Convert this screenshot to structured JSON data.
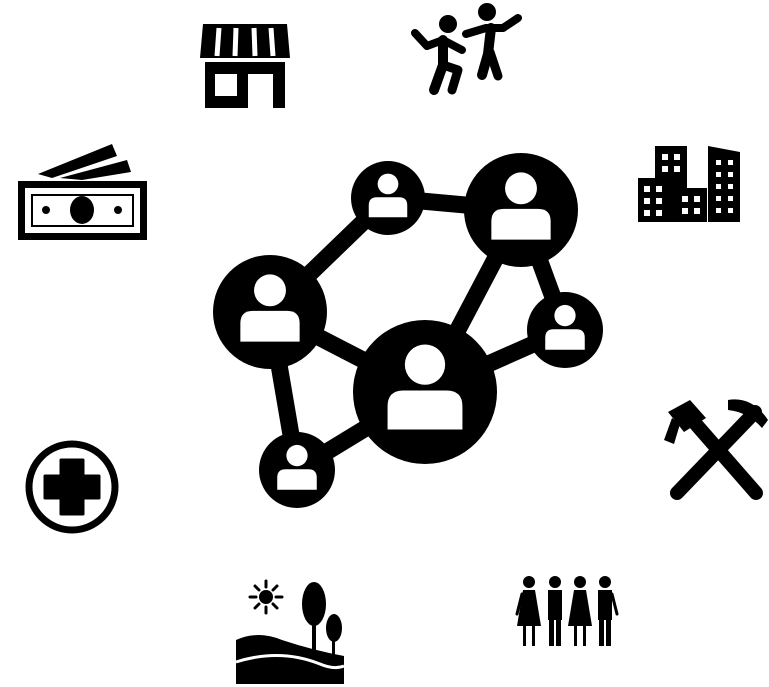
{
  "diagram": {
    "colors": {
      "foreground": "#000000",
      "background": "#ffffff"
    },
    "center": {
      "icon": "social-network-icon",
      "nodes": [
        {
          "id": "n1",
          "icon": "person-icon"
        },
        {
          "id": "n2",
          "icon": "person-icon"
        },
        {
          "id": "n3",
          "icon": "person-icon"
        },
        {
          "id": "n4",
          "icon": "person-icon"
        },
        {
          "id": "n5",
          "icon": "person-icon"
        },
        {
          "id": "n6",
          "icon": "person-icon"
        }
      ],
      "links": [
        [
          "n1",
          "n2"
        ],
        [
          "n1",
          "n3"
        ],
        [
          "n2",
          "n4"
        ],
        [
          "n2",
          "n6"
        ],
        [
          "n3",
          "n6"
        ],
        [
          "n3",
          "n5"
        ],
        [
          "n6",
          "n4"
        ],
        [
          "n6",
          "n5"
        ]
      ]
    },
    "surrounding_icons": [
      "market-stall-icon",
      "dancing-people-icon",
      "city-buildings-icon",
      "money-bills-icon",
      "hammer-and-pickaxe-icon",
      "medical-cross-icon",
      "rural-landscape-icon",
      "group-of-people-icon"
    ]
  }
}
